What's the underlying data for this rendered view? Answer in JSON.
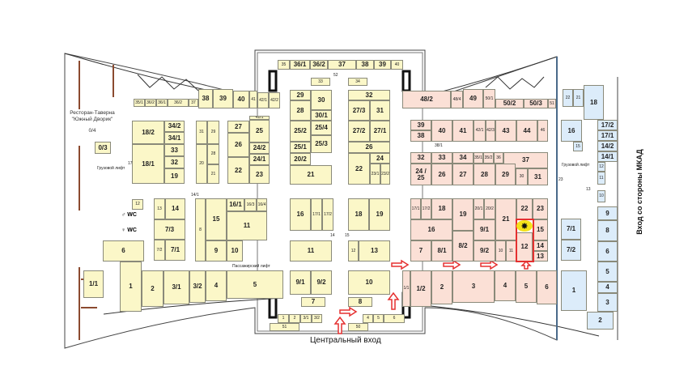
{
  "colors": {
    "yellow": "#fbf7c8",
    "pink": "#fbe0d6",
    "blue": "#dcecfa",
    "wall": "#8b4a2f",
    "arrow": "#e53030",
    "highlight": "#f4e11a"
  },
  "restaurant": {
    "line1": "Ресторан-Таверна",
    "line2": "\"Южный Дворик\"",
    "number": "0/4"
  },
  "labels": {
    "freight_lift_left": "Грузовой лифт",
    "freight_lift_right": "Грузовой лифт",
    "passenger_lift": "Пассажирский лифт",
    "wc_men": "WC",
    "wc_women": "WC",
    "central_entrance": "Центральный вход",
    "mkad_entrance": "Вход со стороны МКАД"
  },
  "small_notes": [
    "17",
    "14/1",
    "41/1",
    "38/1",
    "14",
    "15",
    "23",
    "13",
    "52"
  ],
  "rooms": {
    "yellow": [
      "0/3",
      "35/1",
      "36/2",
      "36/1",
      "36/2",
      "37",
      "38",
      "39",
      "40",
      "41",
      "42/1",
      "42/2",
      "18/2",
      "34/2",
      "34/1",
      "18/1",
      "33",
      "32",
      "19",
      "31",
      "29",
      "20",
      "28",
      "21",
      "41/1",
      "27",
      "25",
      "26",
      "24/2",
      "24/1",
      "22",
      "23",
      "12",
      "13",
      "14",
      "7/3",
      "7/2",
      "7/1",
      "8",
      "15",
      "16/1",
      "16/3",
      "16/4",
      "11",
      "9",
      "10",
      "6",
      "1/1",
      "1",
      "2",
      "3/1",
      "3/2",
      "4",
      "5",
      "35",
      "36/1",
      "36/2",
      "37",
      "38",
      "39",
      "40",
      "33",
      "34",
      "29",
      "30",
      "28",
      "30/1",
      "25/2",
      "25/4",
      "25/3",
      "25/1",
      "20/2",
      "21",
      "32",
      "27/3",
      "31",
      "27/2",
      "27/1",
      "26",
      "22",
      "24",
      "23/1",
      "23/2",
      "16",
      "17/1",
      "17/2",
      "18",
      "19",
      "11",
      "12",
      "13",
      "9/1",
      "9/2",
      "10",
      "7",
      "8",
      "1",
      "2",
      "3/1",
      "3/2",
      "51",
      "50",
      "4",
      "5",
      "6"
    ],
    "pink": [
      "48/2",
      "48/4",
      "49",
      "50/1",
      "50/2",
      "50/3",
      "51",
      "39",
      "38",
      "40",
      "41",
      "42/1",
      "42/3",
      "43",
      "44",
      "46",
      "32",
      "33",
      "34",
      "35/1",
      "35/2",
      "36",
      "37",
      "24 / 25",
      "26",
      "27",
      "28",
      "29",
      "30",
      "31",
      "17/1",
      "17/2",
      "18",
      "16",
      "7",
      "8/1",
      "19",
      "8/2",
      "20/1",
      "20/2",
      "9/1",
      "9/2",
      "21",
      "10",
      "11",
      "22",
      "23",
      "12",
      "15",
      "14",
      "13",
      "1/1",
      "1/2",
      "2",
      "3",
      "4",
      "5",
      "6"
    ],
    "blue": [
      "22",
      "21",
      "18",
      "17/2",
      "17/1",
      "14/2",
      "14/1",
      "16",
      "15",
      "12",
      "11",
      "10",
      "9",
      "8",
      "6",
      "5",
      "4",
      "3",
      "2",
      "7/1",
      "7/2",
      "1"
    ]
  }
}
